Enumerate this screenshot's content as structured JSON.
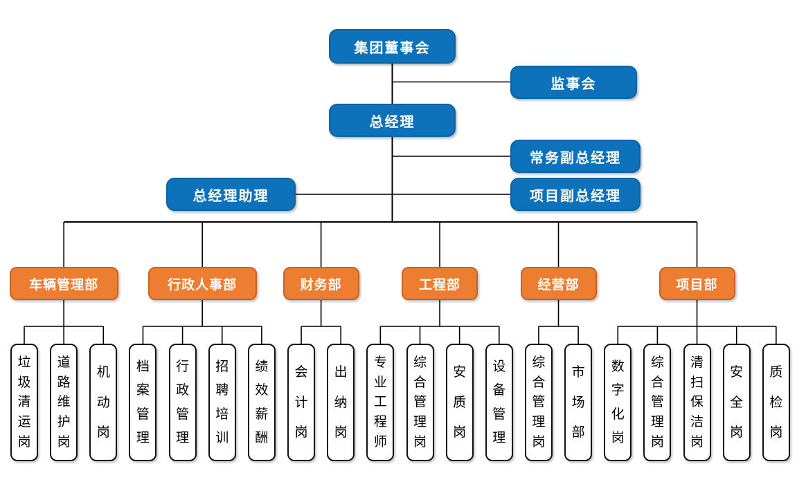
{
  "org_chart": {
    "top": {
      "board": "集团董事会",
      "supervisory": "监事会",
      "general_manager": "总经理",
      "executive_deputy_gm": "常务副总经理",
      "gm_assistant": "总经理助理",
      "project_deputy_gm": "项目副总经理"
    },
    "departments": [
      {
        "id": "vehicle-management",
        "label": "车辆管理部",
        "children": [
          "垃圾清运岗",
          "道路维护岗",
          "机动岗"
        ]
      },
      {
        "id": "admin-hr",
        "label": "行政人事部",
        "children": [
          "档案管理",
          "行政管理",
          "招聘培训",
          "绩效薪酬"
        ]
      },
      {
        "id": "finance",
        "label": "财务部",
        "children": [
          "会计岗",
          "出纳岗"
        ]
      },
      {
        "id": "engineering",
        "label": "工程部",
        "children": [
          "专业工程师",
          "综合管理岗",
          "安质岗",
          "设备管理"
        ]
      },
      {
        "id": "operations",
        "label": "经营部",
        "children": [
          "综合管理岗",
          "市场部"
        ]
      },
      {
        "id": "project",
        "label": "项目部",
        "children": [
          "数字化岗",
          "综合管理岗",
          "清扫保洁岗",
          "安全岗",
          "质检岗"
        ]
      }
    ],
    "colors": {
      "executive_fill": "#0d72b9",
      "executive_border": "#0b63a5",
      "department_fill": "#ed7d31",
      "department_border": "#c96122",
      "position_border": "#111111",
      "line": "#000000"
    }
  }
}
